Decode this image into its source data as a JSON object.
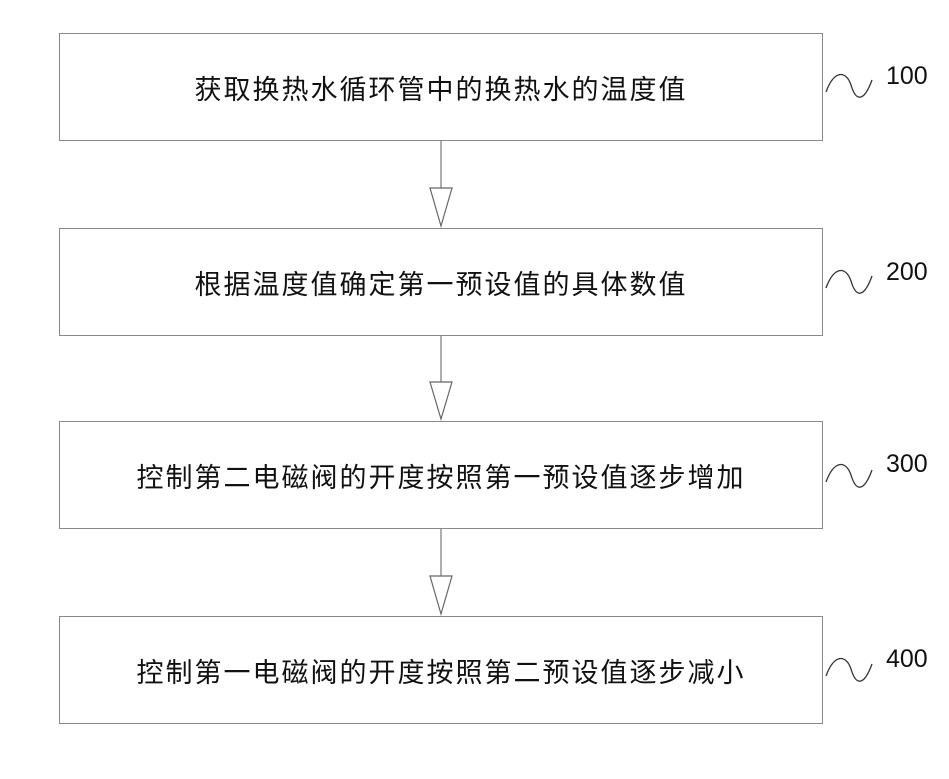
{
  "steps": [
    {
      "text": "获取换热水循环管中的换热水的温度值",
      "ref": "100"
    },
    {
      "text": "根据温度值确定第一预设值的具体数值",
      "ref": "200"
    },
    {
      "text": "控制第二电磁阀的开度按照第一预设值逐步增加",
      "ref": "300"
    },
    {
      "text": "控制第一电磁阀的开度按照第二预设值逐步减小",
      "ref": "400"
    }
  ]
}
